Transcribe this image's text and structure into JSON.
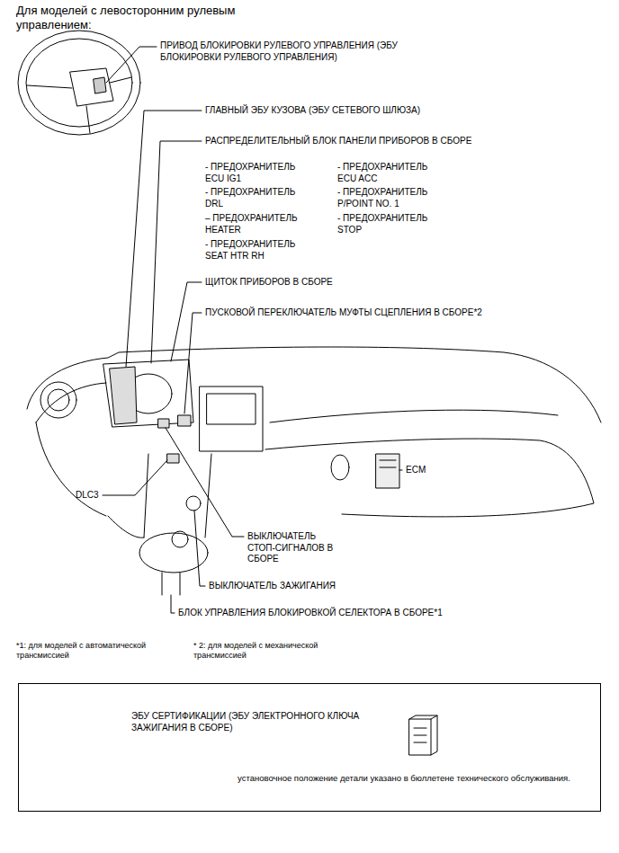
{
  "diagram": {
    "title": "Для моделей с левосторонним рулевым управлением:",
    "nodes": [
      {
        "text": [
          "ЭБУ СЕРТИФИКАЦИИ (ЭБУ ЭЛЕКТРОННОГО КЛЮЧА ЗАЖИГАНИЯ В СБОРЕ)",
          "установочное положение детали указано в бюллетене технического обслуживания."
        ]
      }
    ],
    "edges": [],
    "labels": [
      "ПРИВОД БЛОКИРОВКИ РУЛЕВОГО УПРАВЛЕНИЯ (ЭБУ БЛОКИРОВКИ РУЛЕВОГО УПРАВЛЕНИЯ)",
      "ГЛАВНЫЙ ЭБУ КУЗОВА (ЭБУ СЕТЕВОГО ШЛЮЗА)",
      "РАСПРЕДЕЛИТЕЛЬНЫЙ БЛОК ПАНЕЛИ ПРИБОРОВ В СБОРЕ",
      "- ПРЕДОХРАНИТЕЛЬ ECU IG1",
      "- ПРЕДОХРАНИТЕЛЬ DRL",
      "– ПРЕДОХРАНИТЕЛЬ HEATER",
      "- ПРЕДОХРАНИТЕЛЬ SEAT HTR RH",
      "- ПРЕДОХРАНИТЕЛЬ ECU ACC",
      "- ПРЕДОХРАНИТЕЛЬ P/POINT NO. 1",
      "- ПРЕДОХРАНИТЕЛЬ STOP",
      "ЩИТОК ПРИБОРОВ В СБОРЕ",
      "ПУСКОВОЙ ПЕРЕКЛЮЧАТЕЛЬ МУФТЫ СЦЕПЛЕНИЯ В СБОРЕ*2",
      "ECM",
      "DLC3",
      "ВЫКЛЮЧАТЕЛЬ СТОП-СИГНАЛОВ В СБОРЕ",
      "ВЫКЛЮЧАТЕЛЬ ЗАЖИГАНИЯ",
      "БЛОК УПРАВЛЕНИЯ БЛОКИРОВКОЙ СЕЛЕКТОРА В СБОРЕ*1",
      "*1: для моделей с автоматической трансмиссией",
      "* 2: для моделей с механической трансмиссией"
    ]
  }
}
